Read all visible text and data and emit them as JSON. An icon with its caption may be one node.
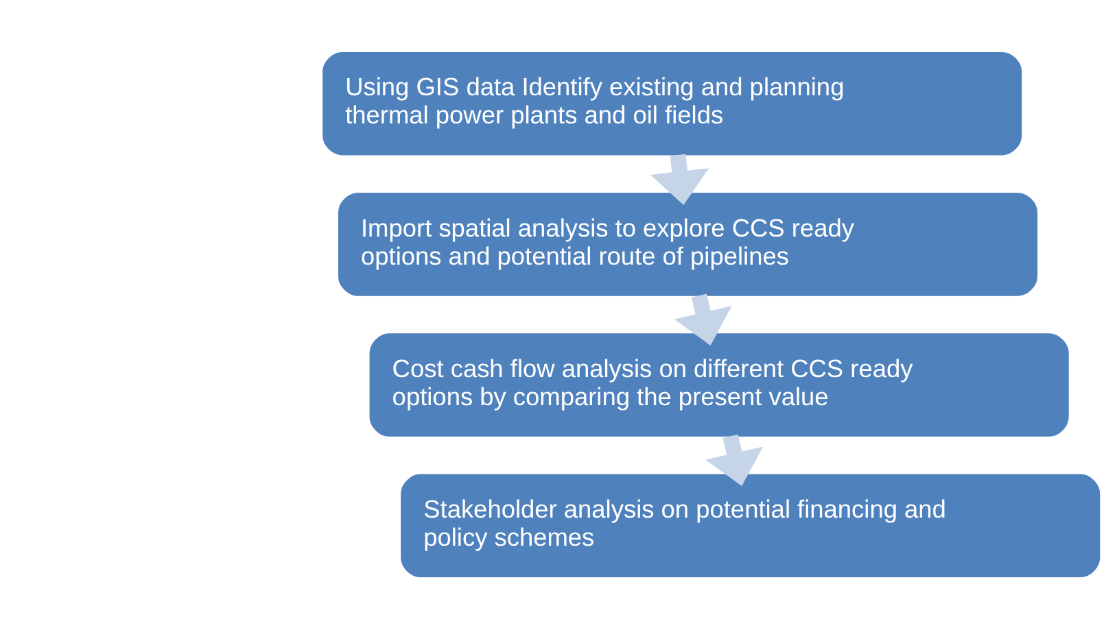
{
  "diagram": {
    "nodes": [
      {
        "text": [
          "Using GIS data Identify existing and planning thermal power plants and oil fields"
        ]
      },
      {
        "text": [
          "Import spatial analysis to explore CCS ready options and potential route of pipelines"
        ]
      },
      {
        "text": [
          "Cost cash flow analysis on different CCS ready options by comparing the present value"
        ]
      },
      {
        "text": [
          "Stakeholder analysis on potential financing and policy schemes"
        ]
      }
    ],
    "edges": [
      {
        "from": 0,
        "to": 1,
        "arrow": "to"
      },
      {
        "from": 1,
        "to": 2,
        "arrow": "to"
      },
      {
        "from": 2,
        "to": 3,
        "arrow": "to"
      }
    ]
  }
}
